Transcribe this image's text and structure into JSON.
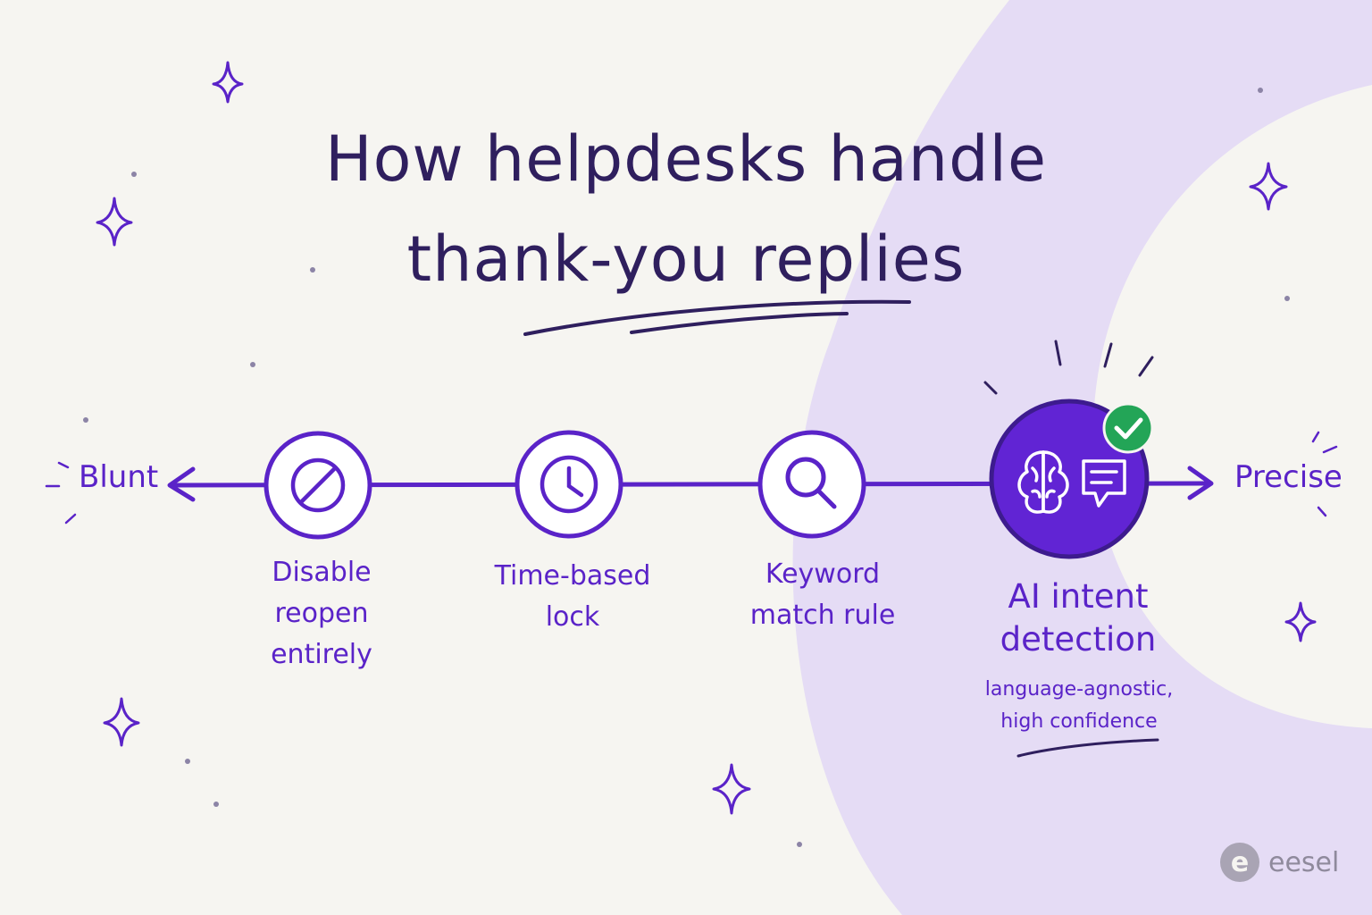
{
  "title": {
    "line1": "How helpdesks handle",
    "line2": "thank-you replies"
  },
  "scale": {
    "left_label": "Blunt",
    "right_label": "Precise"
  },
  "stages": [
    {
      "icon": "prohibited-icon",
      "lines": [
        "Disable",
        "reopen",
        "entirely"
      ]
    },
    {
      "icon": "clock-icon",
      "lines": [
        "Time-based",
        "lock"
      ]
    },
    {
      "icon": "magnifier-icon",
      "lines": [
        "Keyword",
        "match rule"
      ]
    },
    {
      "icon": "brain-chat-icon",
      "lines": [
        "AI intent",
        "detection"
      ],
      "highlighted": true,
      "note": [
        "language-agnostic,",
        "high confidence"
      ]
    }
  ],
  "brand": {
    "logo_letter": "e",
    "name": "eesel"
  },
  "colors": {
    "accent": "#5a23c8",
    "title": "#2f1f5e",
    "background": "#f6f5f1",
    "arc": "#e5dcf5",
    "check": "#23a557"
  }
}
